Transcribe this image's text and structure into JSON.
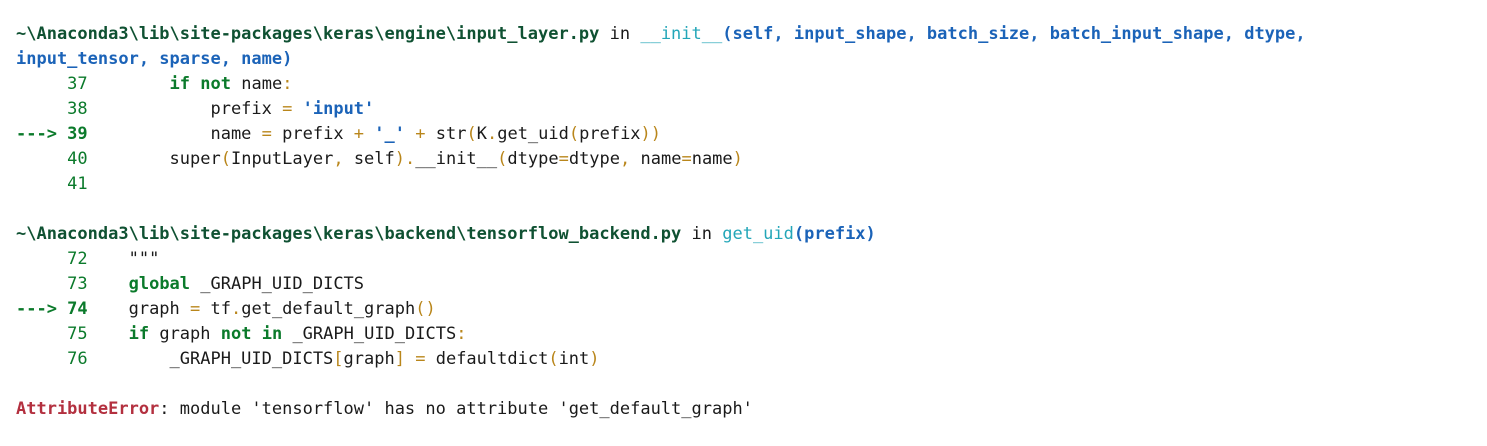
{
  "frame1": {
    "path": "~\\Anaconda3\\lib\\site-packages\\keras\\engine\\input_layer.py",
    "in_word": " in ",
    "func": "__init__",
    "sig1": "(self, input_shape, batch_size, batch_input_shape, dtype,",
    "sig2": "input_tensor, sparse, name)",
    "lines": [
      "37",
      "38",
      "---> 39",
      "40",
      "41"
    ]
  },
  "frame2": {
    "path": "~\\Anaconda3\\lib\\site-packages\\keras\\backend\\tensorflow_backend.py",
    "in_word": " in ",
    "func": "get_uid",
    "sig": "(prefix)",
    "lines": [
      "72",
      "73",
      "---> 74",
      "75",
      "76"
    ]
  },
  "error": {
    "type": "AttributeError",
    "message": ": module 'tensorflow' has no attribute 'get_default_graph'"
  }
}
